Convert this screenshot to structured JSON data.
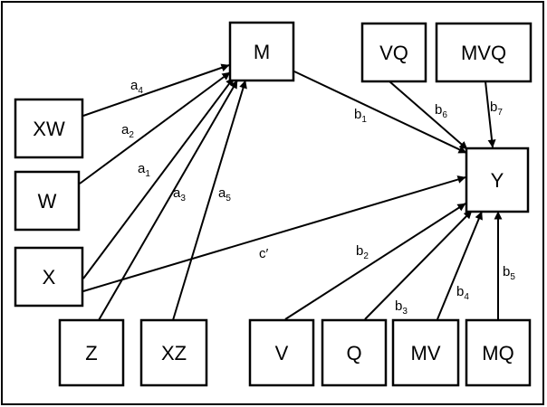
{
  "diagram": {
    "nodes": {
      "m": {
        "label": "M"
      },
      "vq": {
        "label": "VQ"
      },
      "mvq": {
        "label": "MVQ"
      },
      "xw": {
        "label": "XW"
      },
      "w": {
        "label": "W"
      },
      "x": {
        "label": "X"
      },
      "y": {
        "label": "Y"
      },
      "z": {
        "label": "Z"
      },
      "xz": {
        "label": "XZ"
      },
      "v": {
        "label": "V"
      },
      "q": {
        "label": "Q"
      },
      "mv": {
        "label": "MV"
      },
      "mq": {
        "label": "MQ"
      }
    },
    "edges": {
      "a4": {
        "from": "XW",
        "to": "M",
        "base": "a",
        "sub": "4"
      },
      "a2": {
        "from": "W",
        "to": "M",
        "base": "a",
        "sub": "2"
      },
      "a1": {
        "from": "X",
        "to": "M",
        "base": "a",
        "sub": "1"
      },
      "a3": {
        "from": "Z",
        "to": "M",
        "base": "a",
        "sub": "3"
      },
      "a5": {
        "from": "XZ",
        "to": "M",
        "base": "a",
        "sub": "5"
      },
      "b1": {
        "from": "M",
        "to": "Y",
        "base": "b",
        "sub": "1"
      },
      "b6": {
        "from": "VQ",
        "to": "Y",
        "base": "b",
        "sub": "6"
      },
      "b7": {
        "from": "MVQ",
        "to": "Y",
        "base": "b",
        "sub": "7"
      },
      "c": {
        "from": "X",
        "to": "Y",
        "text": "c′"
      },
      "b2": {
        "from": "V",
        "to": "Y",
        "base": "b",
        "sub": "2"
      },
      "b3": {
        "from": "Q",
        "to": "Y",
        "base": "b",
        "sub": "3"
      },
      "b4": {
        "from": "MV",
        "to": "Y",
        "base": "b",
        "sub": "4"
      },
      "b5": {
        "from": "MQ",
        "to": "Y",
        "base": "b",
        "sub": "5"
      }
    }
  }
}
